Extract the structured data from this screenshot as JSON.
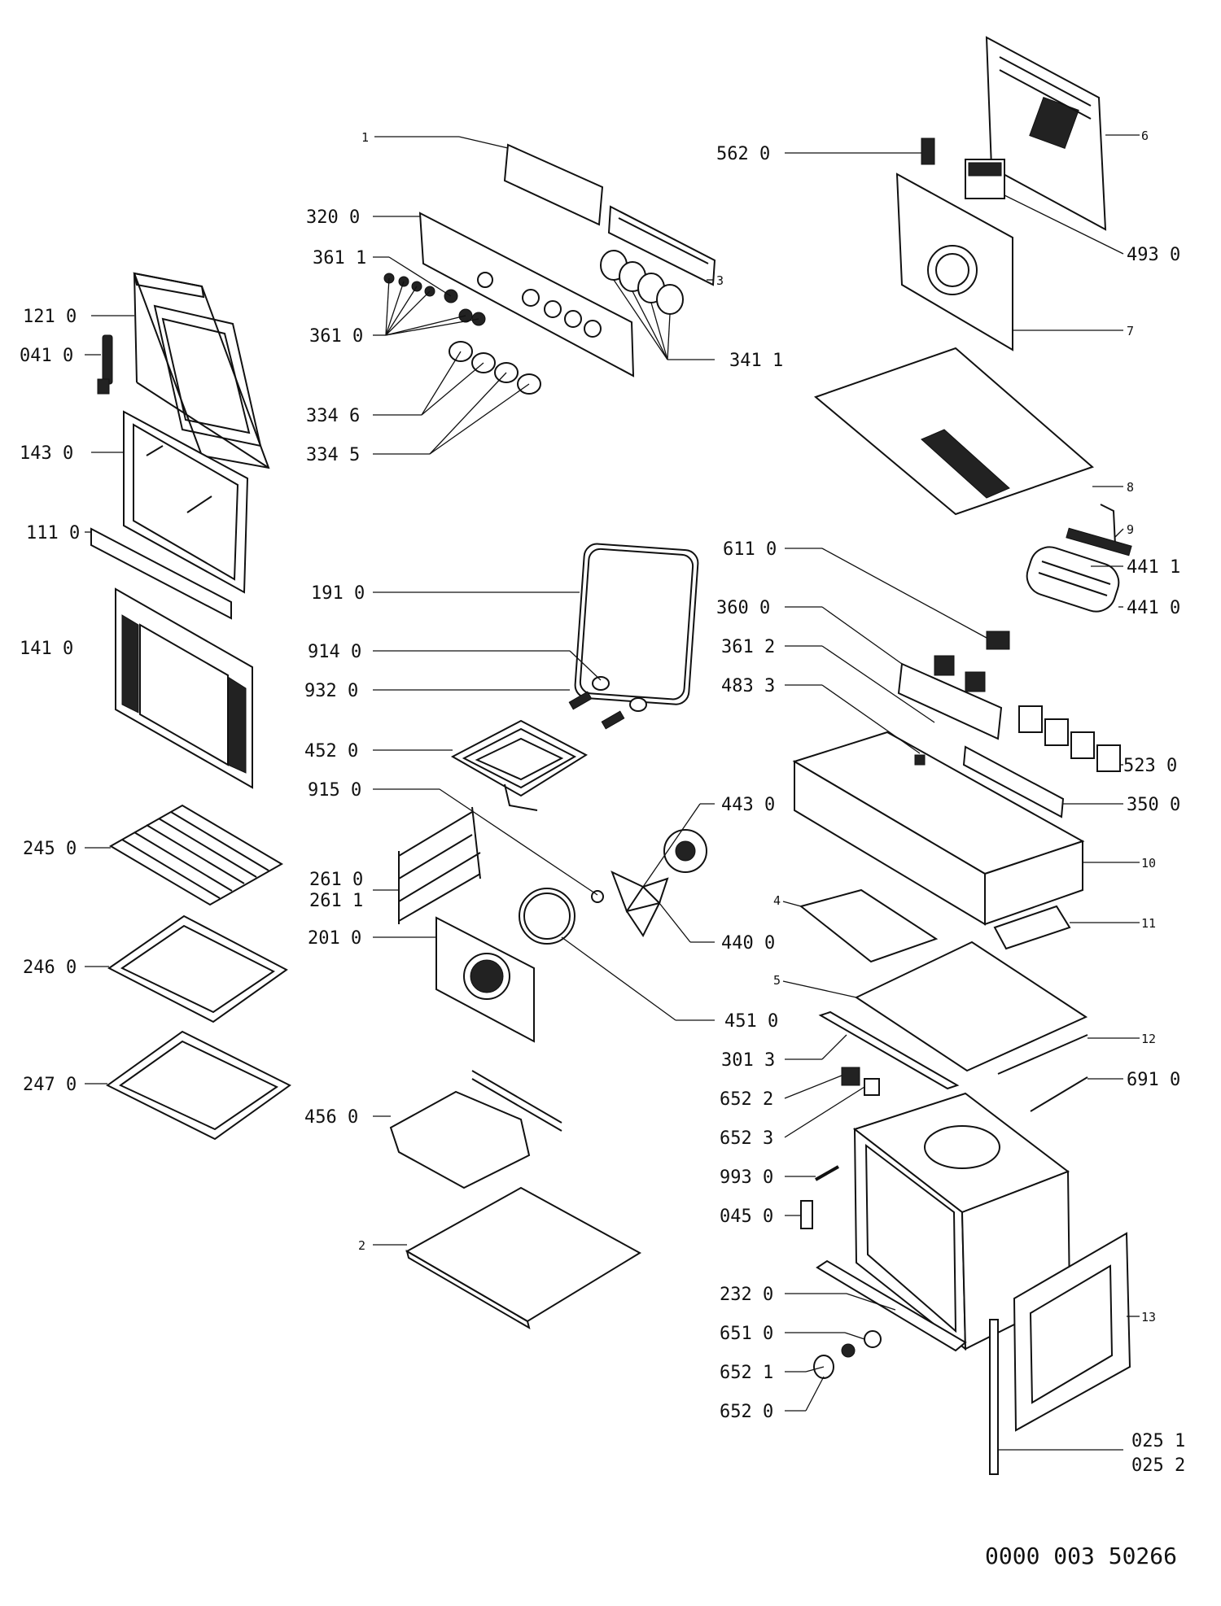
{
  "diagram": {
    "document_number": "0000 003 50266",
    "callouts_left": [
      {
        "key": "121",
        "text": "121 0"
      },
      {
        "key": "041",
        "text": "041 0"
      },
      {
        "key": "143",
        "text": "143 0"
      },
      {
        "key": "111",
        "text": "111 0"
      },
      {
        "key": "141",
        "text": "141 0"
      },
      {
        "key": "245",
        "text": "245 0"
      },
      {
        "key": "246",
        "text": "246 0"
      },
      {
        "key": "247",
        "text": "247 0"
      }
    ],
    "callouts_center": [
      {
        "key": "1",
        "text": "1"
      },
      {
        "key": "320",
        "text": "320 0"
      },
      {
        "key": "3611",
        "text": "361 1"
      },
      {
        "key": "3610",
        "text": "361 0"
      },
      {
        "key": "3",
        "text": "3"
      },
      {
        "key": "3341",
        "text": "341 1"
      },
      {
        "key": "3346",
        "text": "334 6"
      },
      {
        "key": "3345",
        "text": "334 5"
      },
      {
        "key": "191",
        "text": "191 0"
      },
      {
        "key": "914",
        "text": "914 0"
      },
      {
        "key": "932",
        "text": "932 0"
      },
      {
        "key": "452",
        "text": "452 0"
      },
      {
        "key": "915",
        "text": "915 0"
      },
      {
        "key": "443",
        "text": "443 0"
      },
      {
        "key": "2610",
        "text": "261 0"
      },
      {
        "key": "2611",
        "text": "261 1"
      },
      {
        "key": "201",
        "text": "201 0"
      },
      {
        "key": "440",
        "text": "440 0"
      },
      {
        "key": "451",
        "text": "451 0"
      },
      {
        "key": "456",
        "text": "456 0"
      },
      {
        "key": "2",
        "text": "2"
      }
    ],
    "callouts_right": [
      {
        "key": "562",
        "text": "562 0"
      },
      {
        "key": "6",
        "text": "6"
      },
      {
        "key": "493",
        "text": "493 0"
      },
      {
        "key": "7",
        "text": "7"
      },
      {
        "key": "8",
        "text": "8"
      },
      {
        "key": "9",
        "text": "9"
      },
      {
        "key": "611",
        "text": "611 0"
      },
      {
        "key": "4411",
        "text": "441 1"
      },
      {
        "key": "4410",
        "text": "441 0"
      },
      {
        "key": "360",
        "text": "360 0"
      },
      {
        "key": "3612",
        "text": "361 2"
      },
      {
        "key": "4833",
        "text": "483 3"
      },
      {
        "key": "523",
        "text": "523 0"
      },
      {
        "key": "350",
        "text": "350 0"
      },
      {
        "key": "10",
        "text": "10"
      },
      {
        "key": "4",
        "text": "4"
      },
      {
        "key": "11",
        "text": "11"
      },
      {
        "key": "5",
        "text": "5"
      },
      {
        "key": "3013",
        "text": "301 3"
      },
      {
        "key": "12",
        "text": "12"
      },
      {
        "key": "691",
        "text": "691 0"
      },
      {
        "key": "6522",
        "text": "652 2"
      },
      {
        "key": "6523",
        "text": "652 3"
      },
      {
        "key": "993",
        "text": "993 0"
      },
      {
        "key": "045",
        "text": "045 0"
      },
      {
        "key": "232",
        "text": "232 0"
      },
      {
        "key": "13",
        "text": "13"
      },
      {
        "key": "651",
        "text": "651 0"
      },
      {
        "key": "6521",
        "text": "652 1"
      },
      {
        "key": "6520",
        "text": "652 0"
      },
      {
        "key": "0251",
        "text": "025 1"
      },
      {
        "key": "0252",
        "text": "025 2"
      }
    ]
  }
}
